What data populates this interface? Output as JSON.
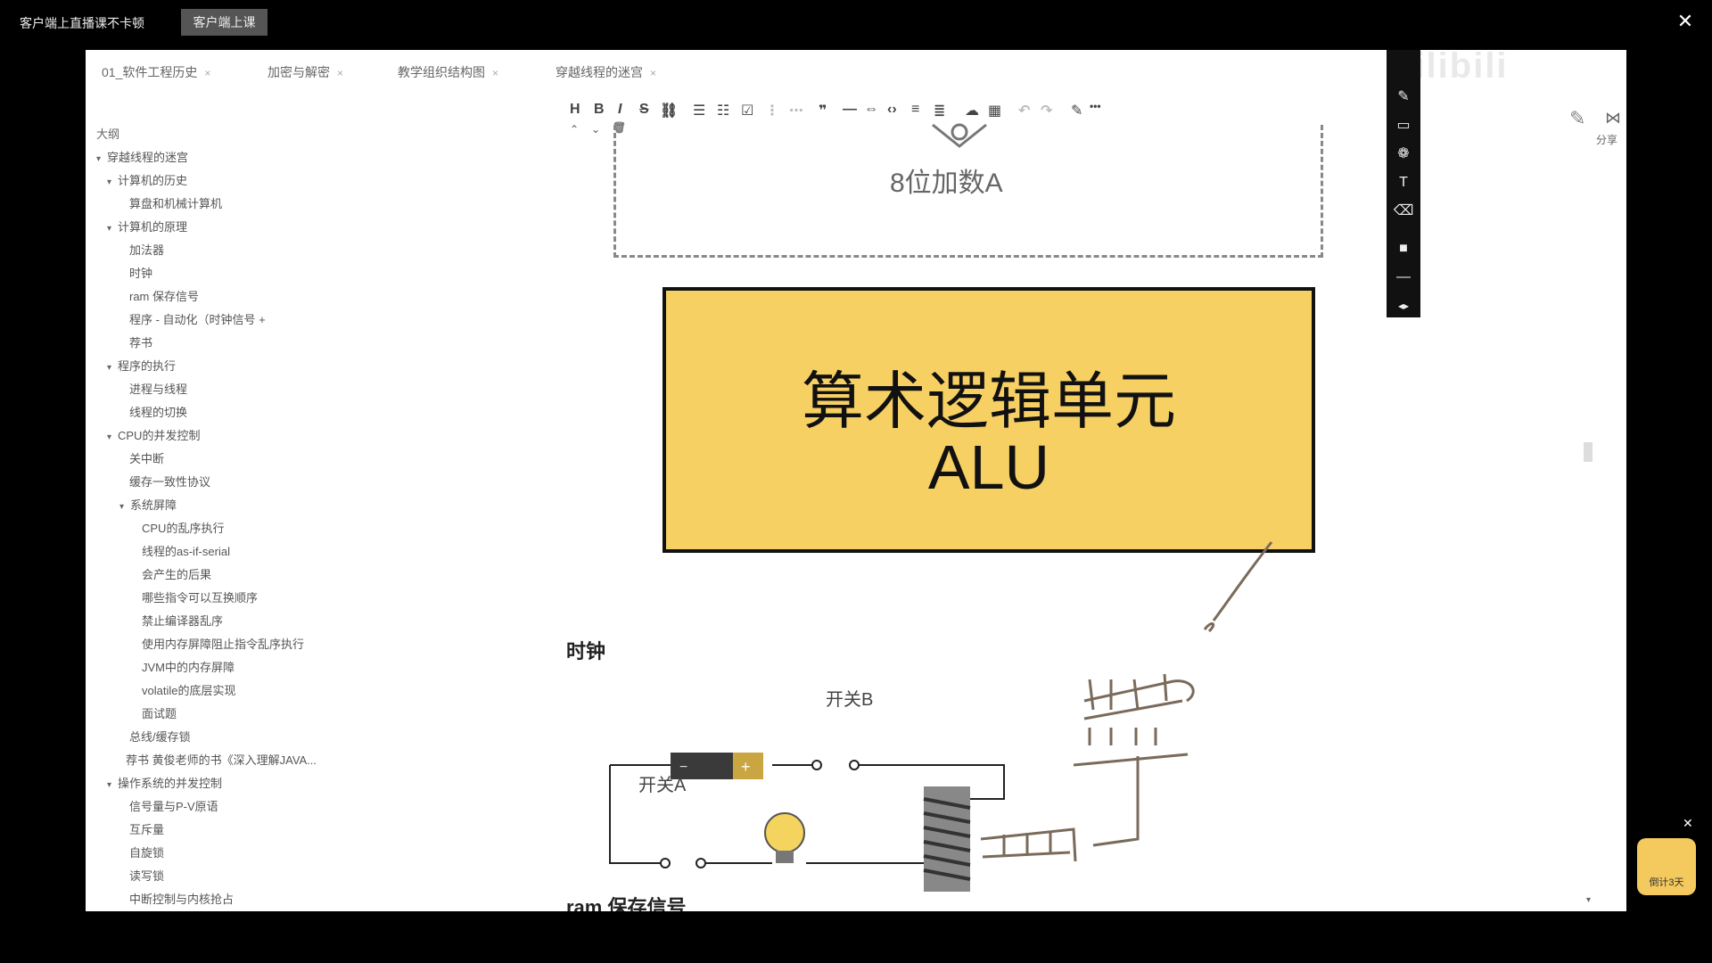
{
  "topbar": {
    "title": "客户端上直播课不卡顿",
    "button_label": "客户端上课",
    "close": "✕"
  },
  "tabs": [
    {
      "label": "01_软件工程历史"
    },
    {
      "label": "加密与解密"
    },
    {
      "label": "教学组织结构图"
    },
    {
      "label": "穿越线程的迷宫"
    }
  ],
  "outline": {
    "heading": "大纲",
    "items": [
      {
        "label": "穿越线程的迷宫"
      },
      {
        "label": "计算机的历史"
      },
      {
        "label": "算盘和机械计算机"
      },
      {
        "label": "计算机的原理"
      },
      {
        "label": "加法器"
      },
      {
        "label": "时钟"
      },
      {
        "label": "ram 保存信号"
      },
      {
        "label": "程序 - 自动化（时钟信号 +"
      },
      {
        "label": "荐书"
      },
      {
        "label": "程序的执行"
      },
      {
        "label": "进程与线程"
      },
      {
        "label": "线程的切换"
      },
      {
        "label": "CPU的并发控制"
      },
      {
        "label": "关中断"
      },
      {
        "label": "缓存一致性协议"
      },
      {
        "label": "系统屏障"
      },
      {
        "label": "CPU的乱序执行"
      },
      {
        "label": "线程的as-if-serial"
      },
      {
        "label": "会产生的后果"
      },
      {
        "label": "哪些指令可以互换顺序"
      },
      {
        "label": "禁止编译器乱序"
      },
      {
        "label": "使用内存屏障阻止指令乱序执行"
      },
      {
        "label": "JVM中的内存屏障"
      },
      {
        "label": "volatile的底层实现"
      },
      {
        "label": "面试题"
      },
      {
        "label": "总线/缓存锁"
      },
      {
        "label": "荐书 黄俊老师的书《深入理解JAVA..."
      },
      {
        "label": "操作系统的并发控制"
      },
      {
        "label": "信号量与P-V原语"
      },
      {
        "label": "互斥量"
      },
      {
        "label": "自旋锁"
      },
      {
        "label": "读写锁"
      },
      {
        "label": "中断控制与内核抢占"
      }
    ]
  },
  "toolbar": {
    "buttons": [
      "H",
      "B",
      "I",
      "S",
      "⛓",
      "☰",
      "☷",
      "☑",
      "⋮",
      "⋯",
      "❞",
      "—",
      "⇔",
      "‹›",
      "≡",
      "≣",
      "☁",
      "▦",
      "↶",
      "↷",
      "✎",
      "•••"
    ]
  },
  "content": {
    "adder_label": "8位加数A",
    "alu_cn": "算术逻辑单元",
    "alu_en": "ALU",
    "clock_heading": "时钟",
    "switch_b": "开关B",
    "switch_a": "开关A",
    "ram_heading": "ram 保存信号"
  },
  "side": {
    "share_label": "分享",
    "badge_label": "倒计3天",
    "badge_close": "✕"
  },
  "watermark": {
    "text": "bilibili"
  },
  "colors": {
    "alu_fill": "#f7d064",
    "page_bg": "#ffffff",
    "frame_bg": "#000000"
  },
  "icons": [
    "pen-icon",
    "rectangle-icon",
    "palette-icon",
    "text-icon",
    "eraser-icon",
    "square-icon",
    "line-icon",
    "move-icon",
    "share-icon"
  ]
}
